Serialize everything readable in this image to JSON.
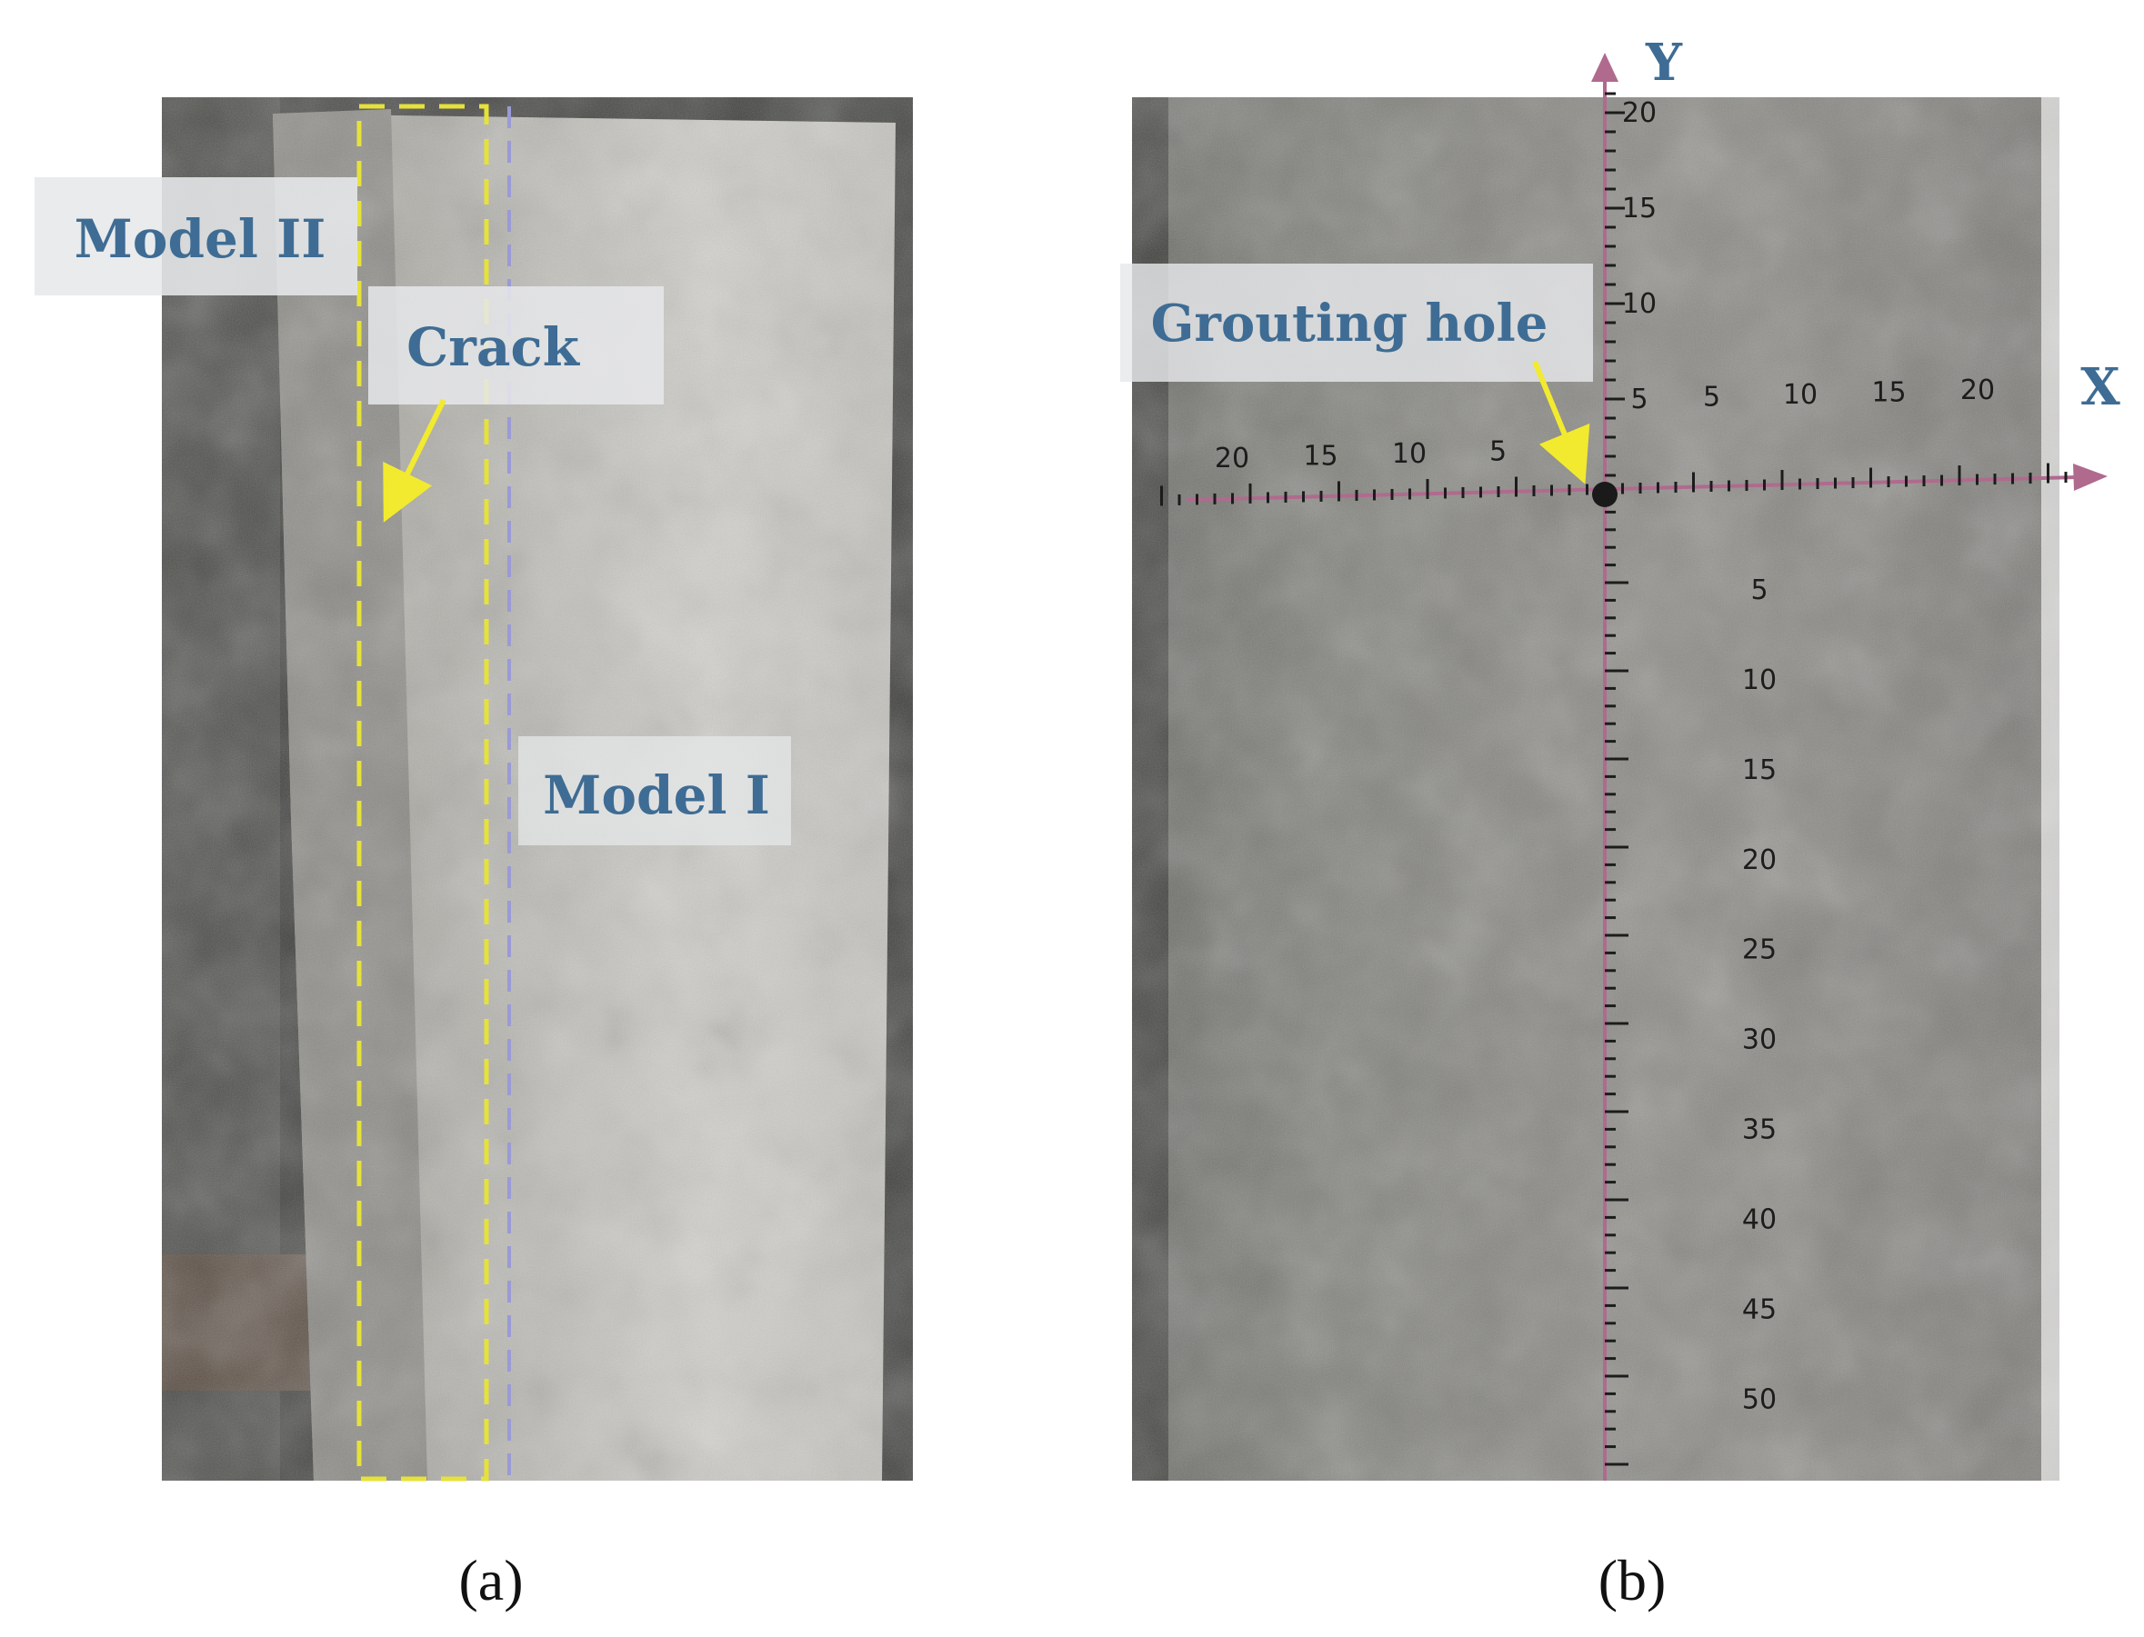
{
  "panel_a": {
    "labels": {
      "model_ii": "Model II",
      "crack": "Crack",
      "model_i": "Model I"
    },
    "caption": "(a)"
  },
  "panel_b": {
    "axes": {
      "x": "X",
      "y": "Y"
    },
    "labels": {
      "grouting_hole": "Grouting hole"
    },
    "ticks": {
      "y_up": [
        "5",
        "10",
        "15",
        "20"
      ],
      "x_right": [
        "5",
        "10",
        "15",
        "20"
      ],
      "x_left": [
        "5",
        "10",
        "15",
        "20"
      ],
      "y_down": [
        "5",
        "10",
        "15",
        "20",
        "25",
        "30",
        "35",
        "40",
        "45",
        "50"
      ]
    },
    "caption": "(b)"
  },
  "colors": {
    "label_text": "#3e6c94",
    "dashed_box": "#e6e23a",
    "axis_line": "#b06a8e",
    "arrow": "#f2ea2e"
  }
}
